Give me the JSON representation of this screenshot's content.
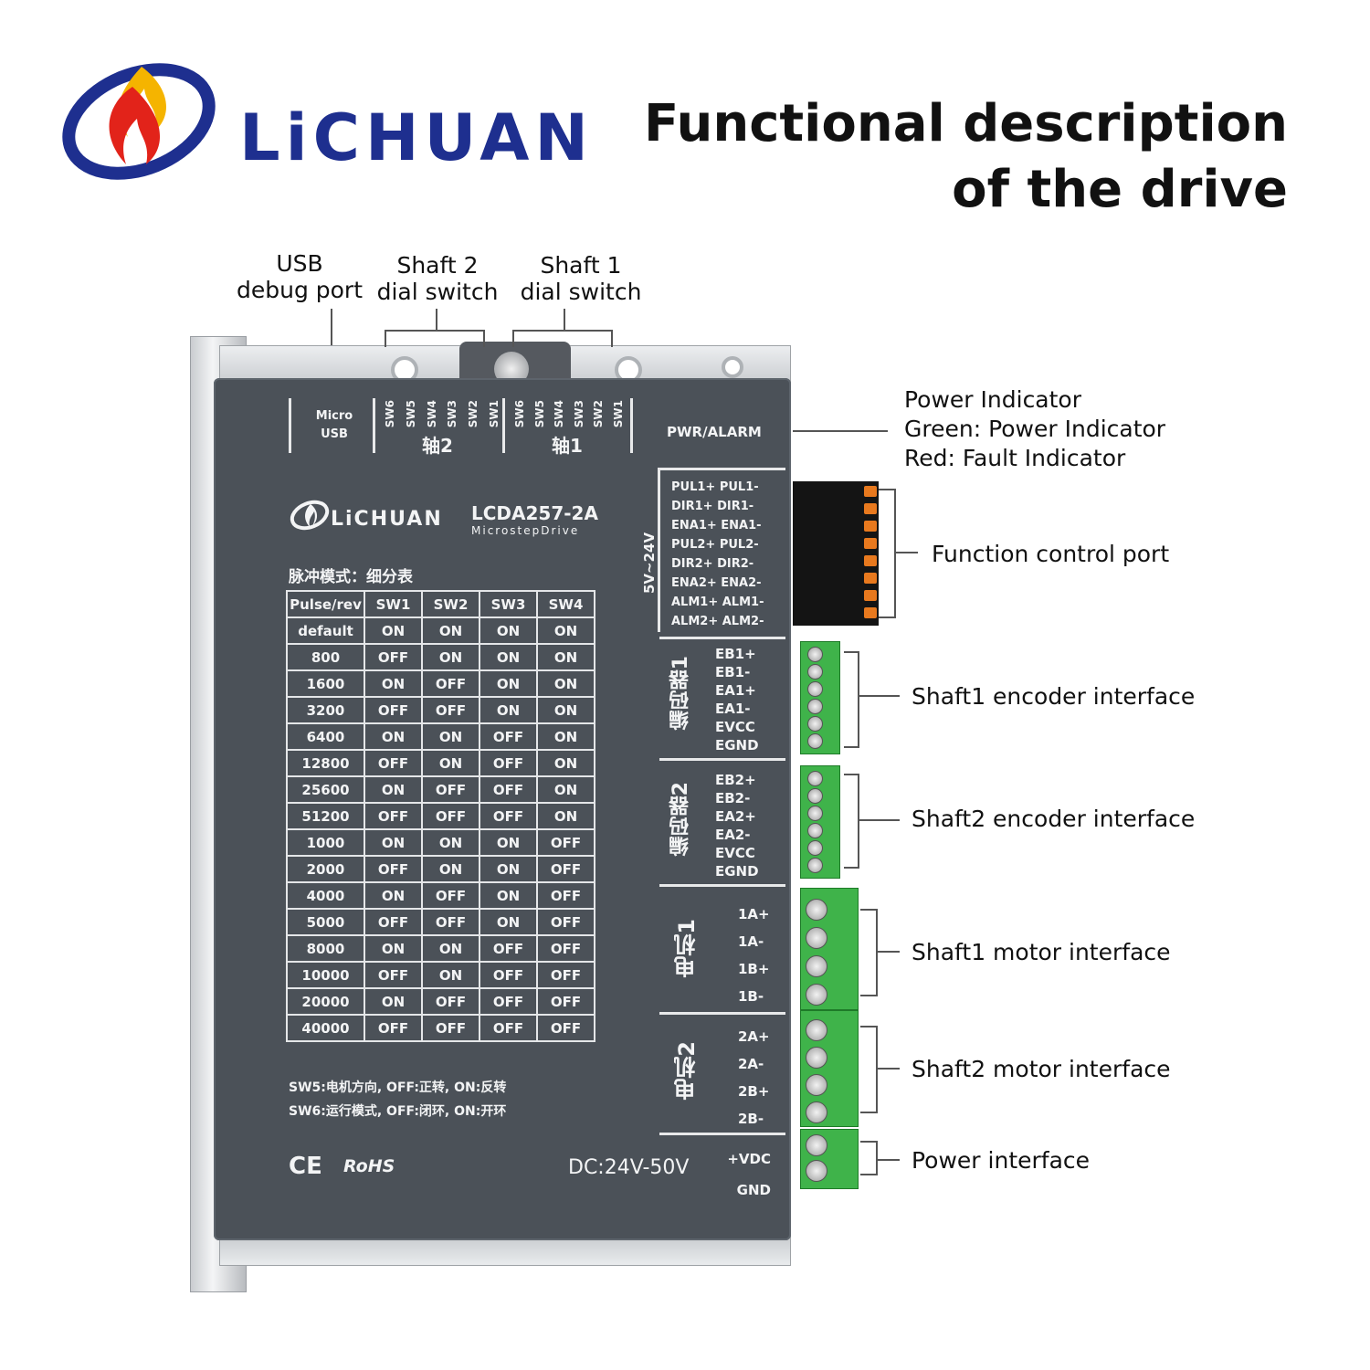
{
  "brand": {
    "name": "LiCHUAN"
  },
  "title": {
    "line1": "Functional description",
    "line2": "of the drive"
  },
  "callouts": {
    "usb": [
      "USB",
      "debug port"
    ],
    "shaft2_switch": [
      "Shaft 2",
      "dial switch"
    ],
    "shaft1_switch": [
      "Shaft 1",
      "dial switch"
    ],
    "power_indicator": [
      "Power Indicator",
      "Green: Power Indicator",
      "Red: Fault Indicator"
    ],
    "function_port": "Function control port",
    "shaft1_encoder": "Shaft1 encoder interface",
    "shaft2_encoder": "Shaft2 encoder interface",
    "shaft1_motor": "Shaft1 motor interface",
    "shaft2_motor": "Shaft2 motor interface",
    "power_interface": "Power interface"
  },
  "panel": {
    "micro_usb": [
      "Micro",
      "USB"
    ],
    "sw_labels": [
      "SW6",
      "SW5",
      "SW4",
      "SW3",
      "SW2",
      "SW1"
    ],
    "axis2": "轴2",
    "axis1": "轴1",
    "pwr_alarm": "PWR/ALARM",
    "brand": "LiCHUAN",
    "model": "LCDA257-2A",
    "subtitle": "MicrostepDrive",
    "table_title": "脉冲模式：细分表",
    "table_header": [
      "Pulse/rev",
      "SW1",
      "SW2",
      "SW3",
      "SW4"
    ],
    "table_rows": [
      [
        "default",
        "ON",
        "ON",
        "ON",
        "ON"
      ],
      [
        "800",
        "OFF",
        "ON",
        "ON",
        "ON"
      ],
      [
        "1600",
        "ON",
        "OFF",
        "ON",
        "ON"
      ],
      [
        "3200",
        "OFF",
        "OFF",
        "ON",
        "ON"
      ],
      [
        "6400",
        "ON",
        "ON",
        "OFF",
        "ON"
      ],
      [
        "12800",
        "OFF",
        "ON",
        "OFF",
        "ON"
      ],
      [
        "25600",
        "ON",
        "OFF",
        "OFF",
        "ON"
      ],
      [
        "51200",
        "OFF",
        "OFF",
        "OFF",
        "ON"
      ],
      [
        "1000",
        "ON",
        "ON",
        "ON",
        "OFF"
      ],
      [
        "2000",
        "OFF",
        "ON",
        "ON",
        "OFF"
      ],
      [
        "4000",
        "ON",
        "OFF",
        "ON",
        "OFF"
      ],
      [
        "5000",
        "OFF",
        "OFF",
        "ON",
        "OFF"
      ],
      [
        "8000",
        "ON",
        "ON",
        "OFF",
        "OFF"
      ],
      [
        "10000",
        "OFF",
        "ON",
        "OFF",
        "OFF"
      ],
      [
        "20000",
        "ON",
        "OFF",
        "OFF",
        "OFF"
      ],
      [
        "40000",
        "OFF",
        "OFF",
        "OFF",
        "OFF"
      ]
    ],
    "note_sw5": "SW5:电机方向, OFF:正转, ON:反转",
    "note_sw6": "SW6:运行模式, OFF:闭环, ON:开环",
    "ce": "CE",
    "rohs": "RoHS",
    "dc": "DC:24V-50V",
    "voltage_5_24": "5V~24V",
    "signals": [
      "PUL1+ PUL1-",
      "DIR1+ DIR1-",
      "ENA1+ ENA1-",
      "PUL2+ PUL2-",
      "DIR2+ DIR2-",
      "ENA2+ ENA2-",
      "ALM1+ ALM1-",
      "ALM2+ ALM2-"
    ],
    "encoder1_label": "编码器1",
    "encoder1_pins": [
      "EB1+",
      "EB1-",
      "EA1+",
      "EA1-",
      "EVCC",
      "EGND"
    ],
    "encoder2_label": "编码器2",
    "encoder2_pins": [
      "EB2+",
      "EB2-",
      "EA2+",
      "EA2-",
      "EVCC",
      "EGND"
    ],
    "motor1_label": "电机1",
    "motor1_pins": [
      "1A+",
      "1A-",
      "1B+",
      "1B-"
    ],
    "motor2_label": "电机2",
    "motor2_pins": [
      "2A+",
      "2A-",
      "2B+",
      "2B-"
    ],
    "power_pins": [
      "+VDC",
      "GND"
    ]
  },
  "colors": {
    "brand_blue": "#1e2f8f",
    "flame_red": "#e2231a",
    "flame_yellow": "#f5b400",
    "panel": "#4b5158",
    "terminal_green": "#3fb34a",
    "pin_orange": "#e8791e"
  }
}
